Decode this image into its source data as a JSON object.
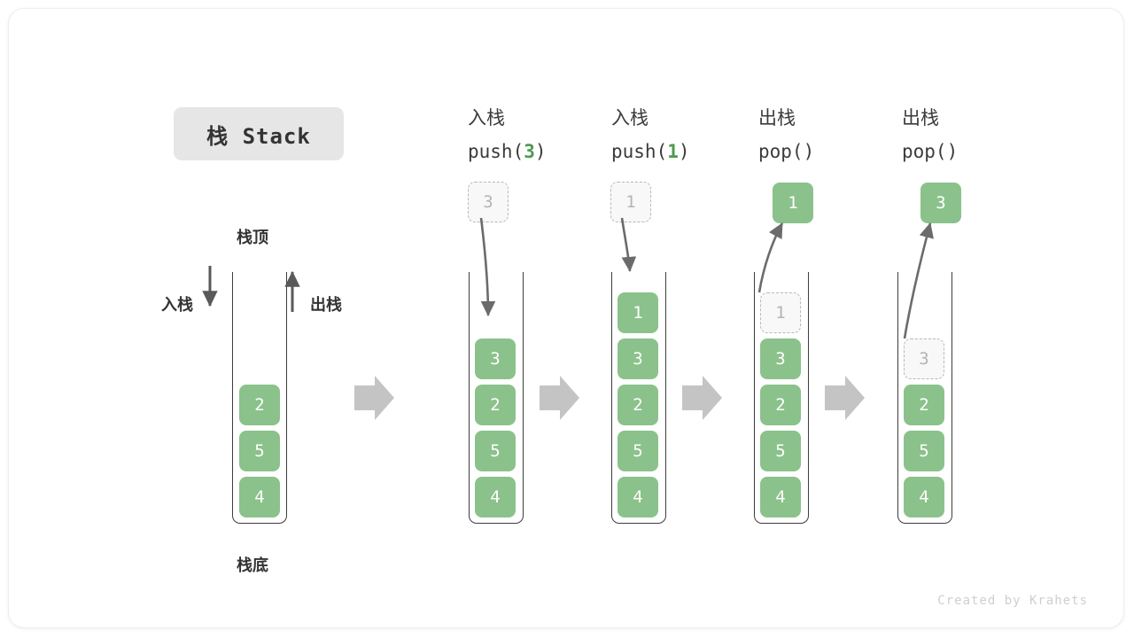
{
  "title_badge": {
    "label": "栈 Stack"
  },
  "legend": {
    "top_label": "栈顶",
    "bottom_label": "栈底",
    "push_label": "入栈",
    "pop_label": "出栈"
  },
  "credit": "Created by Krahets",
  "colors": {
    "cell_fill": "#8bc28b",
    "cell_text": "#ffffff",
    "ghost_fill": "#f8f8f8",
    "ghost_border": "#b8b8b8",
    "ghost_text": "#b5b5b5",
    "accent_green": "#4e9a51",
    "container_border": "#3d3d3d",
    "arrow_gray": "#6b6b6b",
    "block_arrow": "#c4c4c4",
    "badge_bg": "#e6e6e6"
  },
  "columns": [
    {
      "id": "initial",
      "head_cn": "",
      "head_code_prefix": "",
      "head_code_num": "",
      "head_code_suffix": "",
      "cells": [
        {
          "value": "2",
          "state": "filled"
        },
        {
          "value": "5",
          "state": "filled"
        },
        {
          "value": "4",
          "state": "filled"
        }
      ],
      "external": null
    },
    {
      "id": "push-3",
      "head_cn": "入栈",
      "head_code_prefix": "push(",
      "head_code_num": "3",
      "head_code_suffix": ")",
      "cells": [
        {
          "value": "3",
          "state": "filled"
        },
        {
          "value": "2",
          "state": "filled"
        },
        {
          "value": "5",
          "state": "filled"
        },
        {
          "value": "4",
          "state": "filled"
        }
      ],
      "external": {
        "value": "3",
        "state": "ghost",
        "direction": "in"
      }
    },
    {
      "id": "push-1",
      "head_cn": "入栈",
      "head_code_prefix": "push(",
      "head_code_num": "1",
      "head_code_suffix": ")",
      "cells": [
        {
          "value": "1",
          "state": "filled"
        },
        {
          "value": "3",
          "state": "filled"
        },
        {
          "value": "2",
          "state": "filled"
        },
        {
          "value": "5",
          "state": "filled"
        },
        {
          "value": "4",
          "state": "filled"
        }
      ],
      "external": {
        "value": "1",
        "state": "ghost",
        "direction": "in"
      }
    },
    {
      "id": "pop-1",
      "head_cn": "出栈",
      "head_code_prefix": "pop(",
      "head_code_num": "",
      "head_code_suffix": ")",
      "cells": [
        {
          "value": "1",
          "state": "ghost"
        },
        {
          "value": "3",
          "state": "filled"
        },
        {
          "value": "2",
          "state": "filled"
        },
        {
          "value": "5",
          "state": "filled"
        },
        {
          "value": "4",
          "state": "filled"
        }
      ],
      "external": {
        "value": "1",
        "state": "filled",
        "direction": "out"
      }
    },
    {
      "id": "pop-3",
      "head_cn": "出栈",
      "head_code_prefix": "pop(",
      "head_code_num": "",
      "head_code_suffix": ")",
      "cells": [
        {
          "value": "3",
          "state": "ghost"
        },
        {
          "value": "2",
          "state": "filled"
        },
        {
          "value": "5",
          "state": "filled"
        },
        {
          "value": "4",
          "state": "filled"
        }
      ],
      "external": {
        "value": "3",
        "state": "filled",
        "direction": "out"
      }
    }
  ]
}
